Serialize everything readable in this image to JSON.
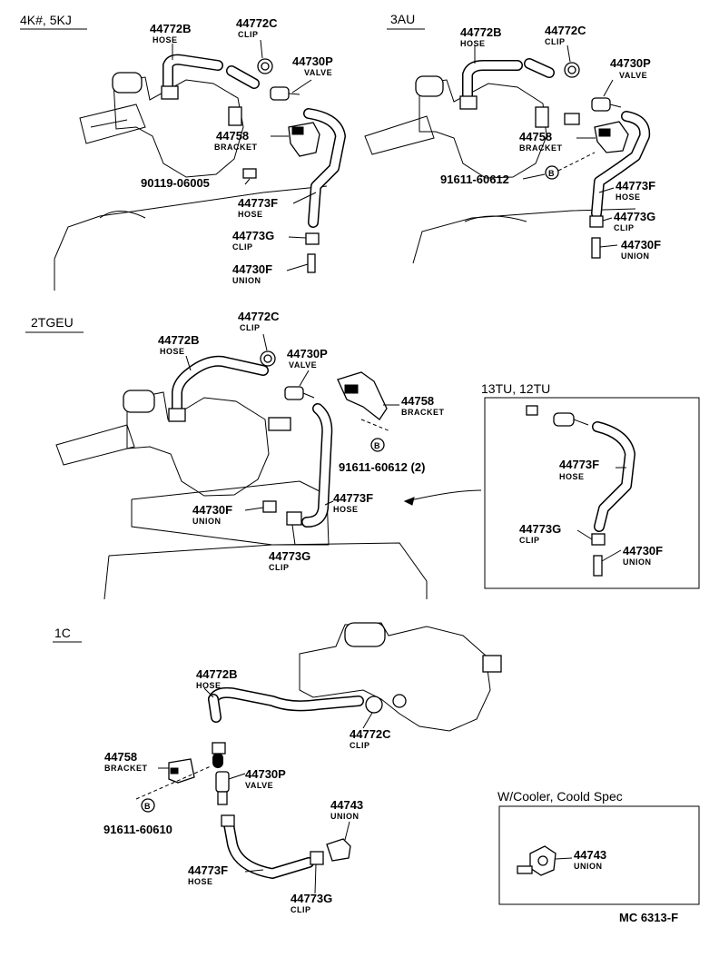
{
  "sections": [
    {
      "id": "s1",
      "title": "4K#, 5KJ",
      "labels": [
        {
          "id": "l1",
          "part": "44772B",
          "name": "HOSE"
        },
        {
          "id": "l2",
          "part": "44772C",
          "name": "CLIP"
        },
        {
          "id": "l3",
          "part": "44730P",
          "name": "VALVE"
        },
        {
          "id": "l4",
          "part": "44758",
          "name": "BRACKET"
        },
        {
          "id": "l5",
          "part": "90119-06005",
          "name": ""
        },
        {
          "id": "l6",
          "part": "44773F",
          "name": "HOSE"
        },
        {
          "id": "l7",
          "part": "44773G",
          "name": "CLIP"
        },
        {
          "id": "l8",
          "part": "44730F",
          "name": "UNION"
        }
      ]
    },
    {
      "id": "s2",
      "title": "3AU",
      "labels": [
        {
          "id": "l1",
          "part": "44772B",
          "name": "HOSE"
        },
        {
          "id": "l2",
          "part": "44772C",
          "name": "CLIP"
        },
        {
          "id": "l3",
          "part": "44730P",
          "name": "VALVE"
        },
        {
          "id": "l4",
          "part": "44758",
          "name": "BRACKET"
        },
        {
          "id": "l5",
          "part": "91611-60612",
          "name": ""
        },
        {
          "id": "l6",
          "part": "44773F",
          "name": "HOSE"
        },
        {
          "id": "l7",
          "part": "44773G",
          "name": "CLIP"
        },
        {
          "id": "l8",
          "part": "44730F",
          "name": "UNION"
        }
      ]
    },
    {
      "id": "s3",
      "title": "2TGEU",
      "labels": [
        {
          "id": "l1",
          "part": "44772C",
          "name": "CLIP"
        },
        {
          "id": "l2",
          "part": "44772B",
          "name": "HOSE"
        },
        {
          "id": "l3",
          "part": "44730P",
          "name": "VALVE"
        },
        {
          "id": "l4",
          "part": "44758",
          "name": "BRACKET"
        },
        {
          "id": "l5",
          "part": "91611-60612 (2)",
          "name": ""
        },
        {
          "id": "l6",
          "part": "44730F",
          "name": "UNION"
        },
        {
          "id": "l7",
          "part": "44773F",
          "name": "HOSE"
        },
        {
          "id": "l8",
          "part": "44773G",
          "name": "CLIP"
        }
      ]
    },
    {
      "id": "s4",
      "title": "13TU, 12TU",
      "labels": [
        {
          "id": "l1",
          "part": "44773F",
          "name": "HOSE"
        },
        {
          "id": "l2",
          "part": "44773G",
          "name": "CLIP"
        },
        {
          "id": "l3",
          "part": "44730F",
          "name": "UNION"
        }
      ]
    },
    {
      "id": "s5",
      "title": "1C",
      "labels": [
        {
          "id": "l1",
          "part": "44772B",
          "name": "HOSE"
        },
        {
          "id": "l2",
          "part": "44772C",
          "name": "CLIP"
        },
        {
          "id": "l3",
          "part": "44758",
          "name": "BRACKET"
        },
        {
          "id": "l4",
          "part": "44730P",
          "name": "VALVE"
        },
        {
          "id": "l5",
          "part": "91611-60610",
          "name": ""
        },
        {
          "id": "l6",
          "part": "44743",
          "name": "UNION"
        },
        {
          "id": "l7",
          "part": "44773F",
          "name": "HOSE"
        },
        {
          "id": "l8",
          "part": "44773G",
          "name": "CLIP"
        }
      ]
    },
    {
      "id": "s6",
      "title": "W/Cooler, Coold Spec",
      "labels": [
        {
          "id": "l1",
          "part": "44743",
          "name": "UNION"
        }
      ]
    }
  ],
  "bolt_marker": "B",
  "footer_code": "MC 6313-F"
}
